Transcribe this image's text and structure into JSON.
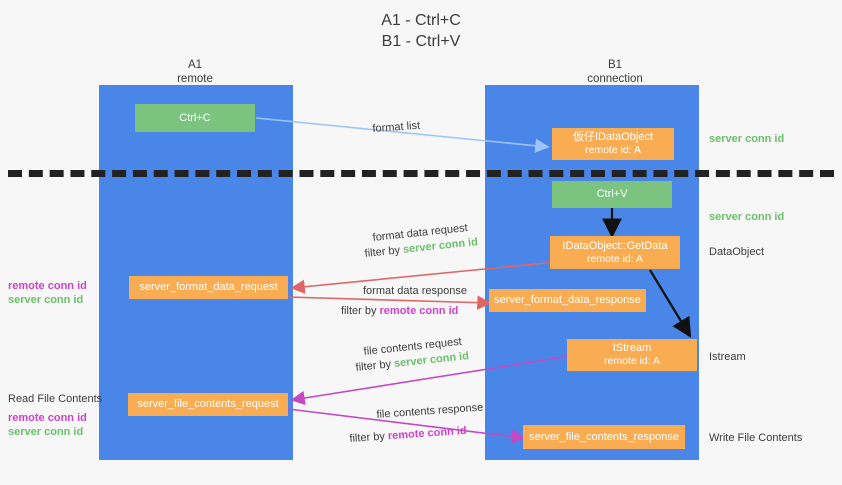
{
  "title": {
    "line1": "A1 - Ctrl+C",
    "line2": "B1 - Ctrl+V"
  },
  "lanes": [
    {
      "id": "a1",
      "name": "A1",
      "role": "remote"
    },
    {
      "id": "b1",
      "name": "B1",
      "role": "connection"
    }
  ],
  "boxes": {
    "ctrl_c": {
      "label": "Ctrl+C"
    },
    "ctrl_v": {
      "label": "Ctrl+V"
    },
    "idataobject": {
      "line1": "仮仔IDataObject",
      "line2": "remote id: A"
    },
    "getdata": {
      "line1": "IDataObject::GetData",
      "line2": "remote id: A"
    },
    "istream": {
      "line1": "IStream",
      "line2": "remote id: A"
    },
    "server_format_data_request": {
      "label": "server_format_data_request"
    },
    "server_format_data_response": {
      "label": "server_format_data_response"
    },
    "server_file_contents_request": {
      "label": "server_file_contents_request"
    },
    "server_file_contents_response": {
      "label": "server_file_contents_response"
    }
  },
  "edge_labels": {
    "format_list": "format list",
    "format_data_request": "format data request",
    "format_data_request_filter_prefix": "filter by ",
    "format_data_request_filter_value": "server conn id",
    "format_data_response": "format data response",
    "format_data_response_filter_prefix": "filter by ",
    "format_data_response_filter_value": "remote conn id",
    "file_contents_request": "file contents request",
    "file_contents_request_filter_prefix": "filter by ",
    "file_contents_request_filter_value": "server conn id",
    "file_contents_response": "file contents response",
    "file_contents_response_filter_prefix": "filter by ",
    "file_contents_response_filter_value": "remote conn id"
  },
  "annotations": {
    "right_server_conn_id_top": "server conn id",
    "right_server_conn_id_mid": "server conn id",
    "right_dataobject": "DataObject",
    "right_istream": "Istream",
    "right_write_file_contents": "Write File Contents",
    "left_remote_conn_id_1": "remote conn id",
    "left_server_conn_id_1": "server conn id",
    "left_read_file_contents": "Read File Contents",
    "left_remote_conn_id_2": "remote conn id",
    "left_server_conn_id_2": "server conn id"
  },
  "colors": {
    "lane": "#4a86e8",
    "green_box": "#7bc47f",
    "orange_box": "#f9ac51",
    "arrow_format_list": "#9fc5f8",
    "arrow_format_data": "#e06666",
    "arrow_file_contents": "#c34ac3",
    "arrow_flow": "#111111",
    "server_conn_id": "#6bbf6b",
    "remote_conn_id": "#cc44cc",
    "divider": "#222222",
    "background": "#f7f7f7"
  }
}
